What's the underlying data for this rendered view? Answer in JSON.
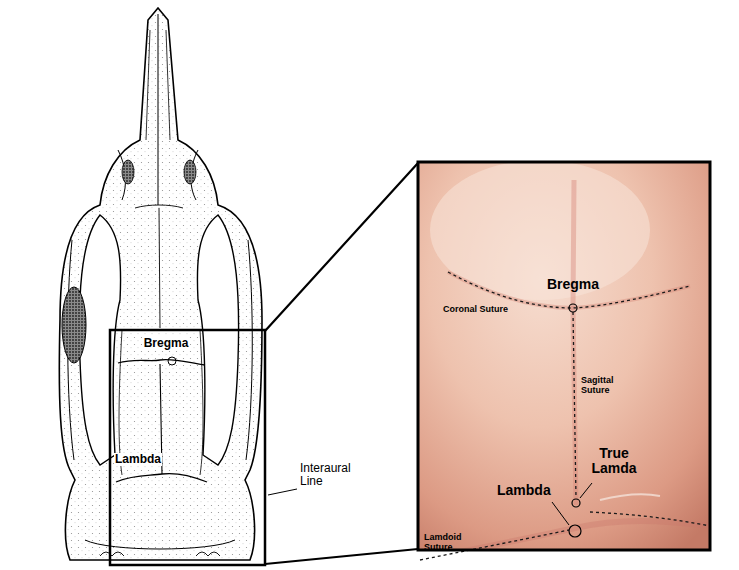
{
  "diagram": {
    "labels": [
      "Bregma",
      "Lambda",
      "Interaural Line",
      "Bregma",
      "Coronal Suture",
      "Sagittal Suture",
      "True Lamda",
      "Lambda",
      "Lamdoid Suture"
    ]
  }
}
